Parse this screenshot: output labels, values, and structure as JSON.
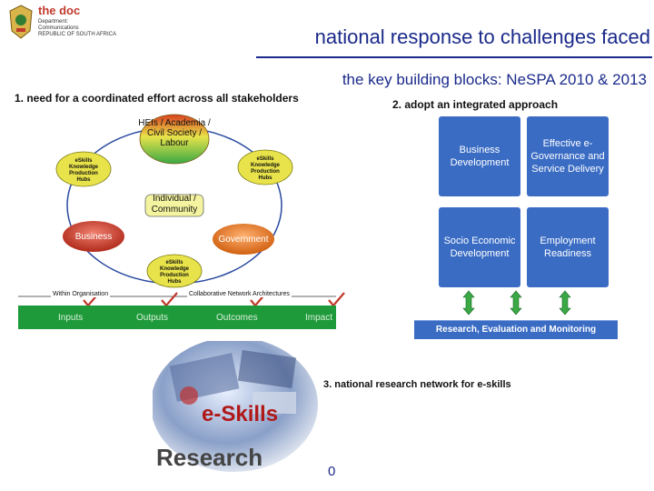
{
  "header": {
    "logo_title": "the doc",
    "logo_lines": [
      "Department:",
      "Communications",
      "REPUBLIC OF SOUTH AFRICA"
    ],
    "title": "national response to challenges faced",
    "subtitle": "the key building blocks: NeSPA 2010 & 2013"
  },
  "section1": {
    "heading": "1. need for a coordinated effort across all stakeholders",
    "hub_top": "HEIs / Academia / Civil Society / Labour",
    "hub_left": "eSkills Knowledge Production Hubs",
    "hub_right": "eSkills Knowledge Production Hubs",
    "hub_bottom": "eSkills Knowledge Production Hubs",
    "centre": "Individual / Community",
    "business": "Business",
    "government": "Government",
    "within_org": "Within Organisation",
    "collab": "Collaborative Network Architectures",
    "flow": [
      "Inputs",
      "Outputs",
      "Outcomes",
      "Impact"
    ]
  },
  "section2": {
    "heading": "2. adopt an integrated approach",
    "boxes": [
      "Business Development",
      "Effective e-Governance and Service Delivery",
      "Socio Economic Development",
      "Employment Readiness"
    ],
    "research_bar": "Research, Evaluation and Monitoring"
  },
  "section3": {
    "heading": "3. national research network for e-skills",
    "eskills": "e-Skills",
    "research": "Research"
  },
  "page_number": "0",
  "colors": {
    "title_blue": "#1a2a8a",
    "box_blue": "#3a6cc4",
    "flow_green": "#1f9a3b",
    "arrow_green": "#3aa845",
    "business_red": "#c0392b",
    "government_orange": "#e07020",
    "hub_yellow": "#e8e34a"
  },
  "icons": [
    "coat-of-arms-icon",
    "double-arrow-icon",
    "check-mark-icon"
  ]
}
